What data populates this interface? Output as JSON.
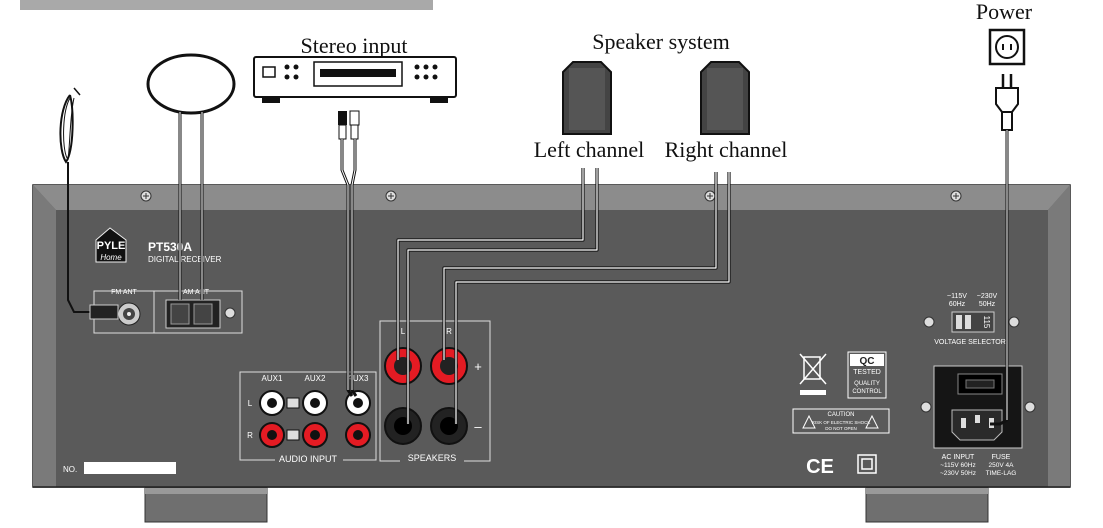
{
  "captions": {
    "stereo_input": "Stereo input",
    "speaker_system": "Speaker system",
    "left_channel": "Left channel",
    "right_channel": "Right channel",
    "power": "Power"
  },
  "panel": {
    "brand_top": "PYLE",
    "brand_bottom": "Home",
    "model": "PT530A",
    "subtitle": "DIGITAL RECEIVER",
    "fm_ant": "FM ANT",
    "am_ant": "AM ANT",
    "aux1": "AUX1",
    "aux2": "AUX2",
    "aux3": "AUX3",
    "row_l": "L",
    "row_r": "R",
    "audio_input": "AUDIO INPUT",
    "spk_l": "L",
    "spk_r": "R",
    "plus": "+",
    "minus": "–",
    "speakers": "SPEAKERS",
    "v115": "~115V",
    "hz60": "60Hz",
    "v230": "~230V",
    "hz50": "50Hz",
    "switch_value": "115",
    "voltage_selector": "VOLTAGE SELECTOR",
    "qc": "QC",
    "qc_tested": "TESTED",
    "qc_quality": "QUALITY",
    "qc_control": "CONTROL",
    "caution": "CAUTION",
    "caution_l1": "RISK OF ELECTRIC SHOCK",
    "caution_l2": "DO NOT OPEN",
    "ce": "CE",
    "ac_input": "AC INPUT",
    "ac_l1": "~115V 60Hz",
    "ac_l2": "~230V 50Hz",
    "fuse": "FUSE",
    "fuse_l1": "250V 4A",
    "fuse_l2": "TIME-LAG",
    "serial_no": "NO."
  },
  "colors": {
    "panel": "#555555",
    "panel_inner": "#5c5c5c",
    "bevel": "#8a8a8a",
    "red_jack": "#e41b23",
    "wire": "#111111"
  }
}
